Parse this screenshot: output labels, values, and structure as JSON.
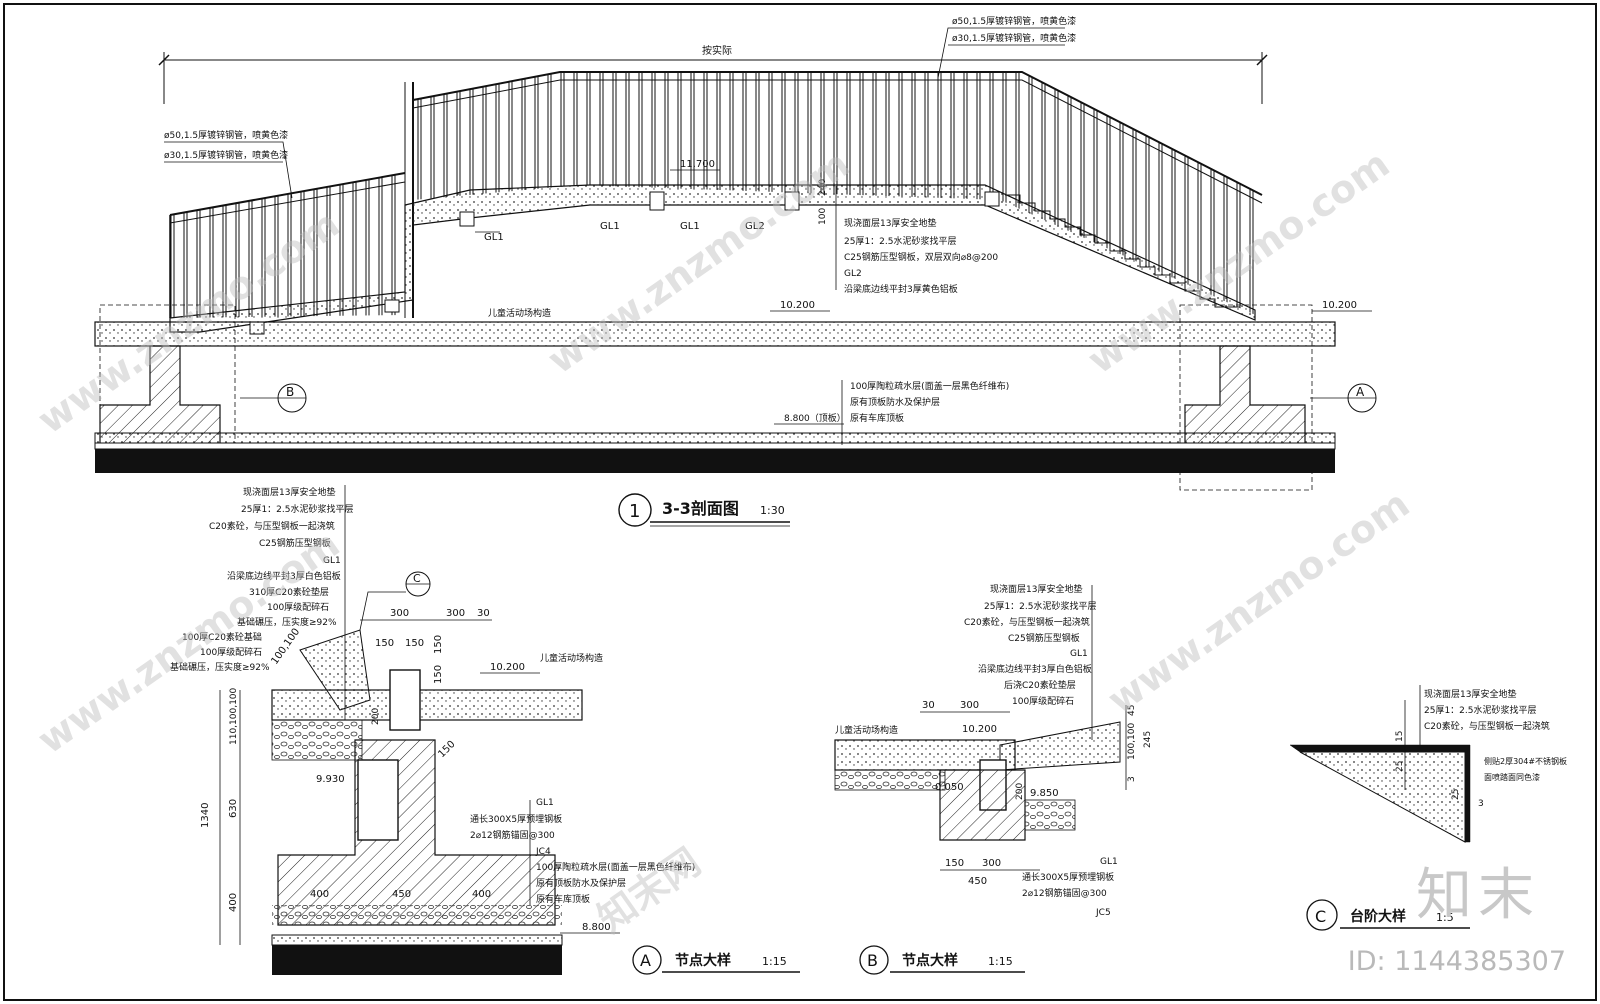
{
  "main_section": {
    "number": "1",
    "title": "3-3剖面图",
    "scale": "1:30",
    "dim_overall": "按实际",
    "elev_top": "11.700",
    "elev_ground_left": "10.200",
    "elev_ground_right": "10.200",
    "elev_roof": "8.800（顶板）",
    "dim_100": "100",
    "dim_240": "240",
    "ref_b": "B",
    "ref_a": "A",
    "beams": [
      "GL1",
      "GL1",
      "GL1",
      "GL2"
    ],
    "rail_notes_right": [
      "ø50,1.5厚镀锌钢管，喷黄色漆",
      "ø30,1.5厚镀锌钢管，喷黄色漆"
    ],
    "rail_notes_left": [
      "ø50,1.5厚镀锌钢管，喷黄色漆",
      "ø30,1.5厚镀锌钢管，喷黄色漆"
    ],
    "layer_notes": [
      "现浇面层13厚安全地垫",
      "25厚1：2.5水泥砂浆找平层",
      "C25钢筋压型钢板，双层双向⌀8@200",
      "GL2",
      "沿梁底边线平封3厚黄色铝板"
    ],
    "play_label": "儿童活动场构造",
    "roof_notes": [
      "100厚陶粒疏水层(面盖一层黑色纤维布)",
      "原有顶板防水及保护层",
      "原有车库顶板"
    ]
  },
  "detail_a": {
    "letter": "A",
    "title": "节点大样",
    "scale": "1:15",
    "ref_c": "C",
    "notes": [
      "现浇面层13厚安全地垫",
      "25厚1：2.5水泥砂浆找平层",
      "C20素砼，与压型钢板一起浇筑",
      "C25钢筋压型钢板",
      "GL1",
      "沿梁底边线平封3厚白色铝板",
      "310厚C20素砼垫层",
      "100厚级配碎石",
      "基础碾压，压实度≥92%",
      "100厚C20素砼基础",
      "100厚级配碎石",
      "基础碾压，压实度≥92%"
    ],
    "dims_top": [
      "300",
      "300",
      "30"
    ],
    "dims_mid": [
      "150",
      "150",
      "150"
    ],
    "dim_150_right": "150",
    "dim_diag": "100,100",
    "dim_200": "200",
    "dims_left": [
      "1340",
      "110,100,100",
      "630",
      "400"
    ],
    "dim_300": "300",
    "dim_150b": "150",
    "elev_10200": "10.200",
    "elev_9930": "9.930",
    "elev_8800": "8.800",
    "play_label": "儿童活动场构造",
    "gl1": "GL1",
    "plate_notes": [
      "通长300X5厚预埋钢板",
      "2⌀12钢筋锚固@300"
    ],
    "jc": "JC4",
    "roof_notes": [
      "100厚陶粒疏水层(面盖一层黑色纤维布)",
      "原有顶板防水及保护层",
      "原有车库顶板"
    ],
    "dims_base": [
      "400",
      "450",
      "400"
    ]
  },
  "detail_b": {
    "letter": "B",
    "title": "节点大样",
    "scale": "1:15",
    "notes": [
      "现浇面层13厚安全地垫",
      "25厚1：2.5水泥砂浆找平层",
      "C20素砼，与压型钢板一起浇筑",
      "C25钢筋压型钢板",
      "GL1",
      "沿梁底边线平封3厚白色铝板",
      "后浇C20素砼垫层",
      "100厚级配碎石"
    ],
    "dims_top": [
      "30",
      "300"
    ],
    "dims_right": [
      "45",
      "100,100",
      "245",
      "3"
    ],
    "elev_10200": "10.200",
    "elev_0050": "0.050",
    "elev_9850": "9.850",
    "dim_200": "200",
    "play_label": "儿童活动场构造",
    "dims_bottom": [
      "150",
      "300",
      "450"
    ],
    "gl1": "GL1",
    "plate_notes": [
      "通长300X5厚预埋钢板",
      "2⌀12钢筋锚固@300"
    ],
    "jc": "JC5"
  },
  "detail_c": {
    "letter": "C",
    "title": "台阶大样",
    "scale": "1:5",
    "notes": [
      "现浇面层13厚安全地垫",
      "25厚1：2.5水泥砂浆找平层",
      "C20素砼，与压型钢板一起浇筑"
    ],
    "edge_notes": [
      "侧贴2厚304#不锈钢板",
      "面喷踏面同色漆"
    ],
    "dims": [
      "15",
      "25",
      "25",
      "3"
    ]
  },
  "watermark": {
    "brand_text": "知末",
    "site": "www.znzmo.com",
    "cn": "知末网",
    "id": "ID: 1144385307"
  }
}
